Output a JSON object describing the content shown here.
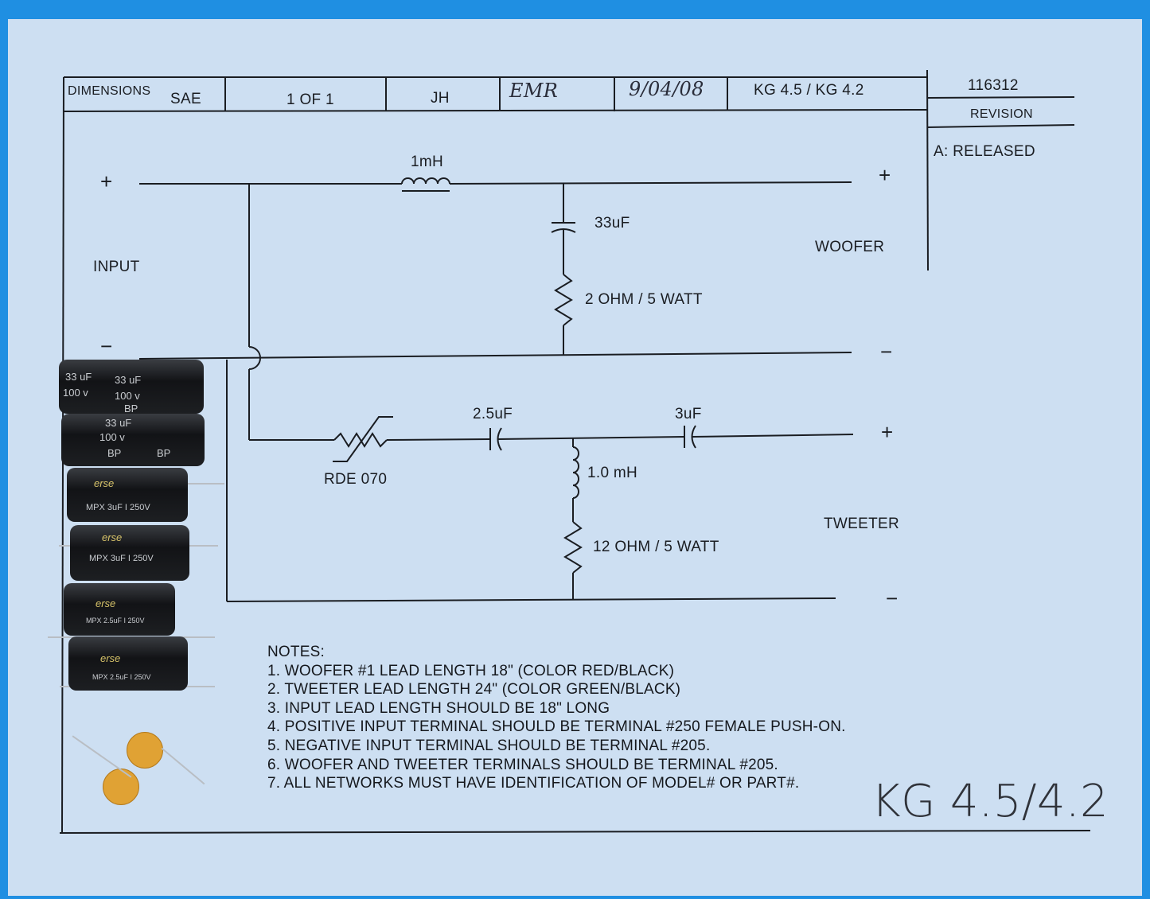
{
  "title_block": {
    "dimensions_label": "DIMENSIONS",
    "dimensions_value": "SAE",
    "sheet": "1 OF 1",
    "drawn_by": "JH",
    "signature": "EMR",
    "date": "9/04/08",
    "model": "KG 4.5 / KG 4.2",
    "part_number": "116312",
    "revision_label": "REVISION",
    "revision_entry": "A:  RELEASED"
  },
  "schematic": {
    "input_plus": "+",
    "input_label": "INPUT",
    "input_minus": "−",
    "woofer_inductor": "1mH",
    "woofer_cap": "33uF",
    "woofer_resistor": "2 OHM / 5 WATT",
    "woofer_label": "WOOFER",
    "woofer_plus": "+",
    "woofer_minus": "−",
    "tweeter_cap1": "2.5uF",
    "tweeter_cap2": "3uF",
    "thermistor": "RDE 070",
    "tweeter_inductor": "1.0 mH",
    "tweeter_resistor": "12 OHM / 5 WATT",
    "tweeter_label": "TWEETER",
    "tweeter_plus": "+",
    "tweeter_minus": "−"
  },
  "notes": {
    "heading": "NOTES:",
    "items": [
      "1.  WOOFER #1 LEAD LENGTH 18\" (COLOR RED/BLACK)",
      "2.  TWEETER LEAD LENGTH 24\" (COLOR GREEN/BLACK)",
      "3.  INPUT LEAD LENGTH SHOULD BE 18\" LONG",
      "4.  POSITIVE INPUT TERMINAL SHOULD BE TERMINAL #250 FEMALE PUSH-ON.",
      "5.  NEGATIVE INPUT TERMINAL SHOULD BE TERMINAL #205.",
      "6.  WOOFER AND TWEETER TERMINALS SHOULD BE TERMINAL #205.",
      "7.  ALL NETWORKS MUST HAVE IDENTIFICATION OF MODEL# OR PART#."
    ]
  },
  "handwritten_label": "KG 4.5/4.2",
  "components": {
    "electrolytic_line1": "33 uF",
    "electrolytic_line2": "100 v",
    "electrolytic_line3": "BP",
    "film_brand": "erse",
    "film_3uf": "MPX 3uF I 250V",
    "film_25uf": "MPX 2.5uF I 250V"
  },
  "colors": {
    "background": "#1f8fe2",
    "paper": "#cddff2",
    "ink": "#1a1d22"
  }
}
